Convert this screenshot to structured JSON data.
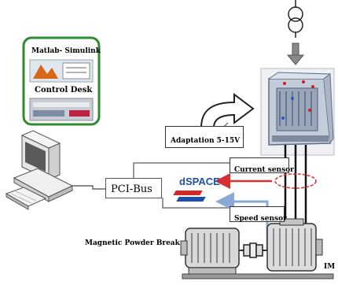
{
  "software_panel": {
    "matlab_label": "Matlab- Simulink",
    "control_desk_label": "Control Desk"
  },
  "labels": {
    "adaptation": "Adaptation 5-15V",
    "current_sensor": "Current sensor",
    "pci_bus": "PCI-Bus",
    "dspace": "dSPACE",
    "speed_sensor": "Speed sensor",
    "magnetic_powder_break": "Magnetic Powder Break",
    "im": "IM"
  },
  "colors": {
    "dspace_blue": "#1f4fa6",
    "dspace_red": "#d22a2a",
    "current_arrow": "#d63030",
    "speed_arrow": "#8aa9d6",
    "panel_green": "#2e8b2e"
  }
}
